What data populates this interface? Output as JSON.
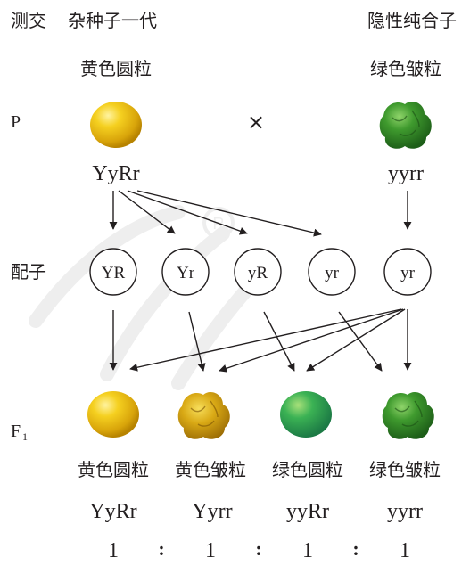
{
  "header": {
    "left_label": "测交",
    "left_parent": "杂种子一代",
    "right_parent": "隐性纯合子"
  },
  "parents": {
    "row_label": "P",
    "cross_symbol": "×",
    "left": {
      "phenotype": "黄色圆粒",
      "genotype": "YyRr",
      "seed": "yellow-round"
    },
    "right": {
      "phenotype": "绿色皱粒",
      "genotype": "yyrr",
      "seed": "green-wrinkled"
    }
  },
  "gametes": {
    "row_label": "配子",
    "items": [
      "YR",
      "Yr",
      "yR",
      "yr",
      "yr"
    ]
  },
  "offspring": {
    "row_label": "F",
    "row_label_sub": "1",
    "items": [
      {
        "phenotype": "黄色圆粒",
        "genotype": "YyRr",
        "seed": "yellow-round"
      },
      {
        "phenotype": "黄色皱粒",
        "genotype": "Yyrr",
        "seed": "yellow-wrinkled"
      },
      {
        "phenotype": "绿色圆粒",
        "genotype": "yyRr",
        "seed": "green-round"
      },
      {
        "phenotype": "绿色皱粒",
        "genotype": "yyrr",
        "seed": "green-wrinkled"
      }
    ]
  },
  "ratio": {
    "values": [
      "1",
      "1",
      "1",
      "1"
    ],
    "separator": ":"
  },
  "colors": {
    "text": "#231f20",
    "yellow_seed": "#e8b814",
    "green_seed": "#2f8a2a",
    "green_round_seed": "#2a9a48"
  }
}
